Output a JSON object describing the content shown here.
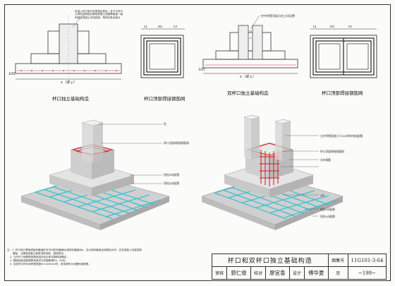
{
  "top_left": {
    "callout": "柱插入杯口部分的表面应凿毛，柱子与杯口之间的空隙用比基础混凝土强度等级高一级的细石混凝土先填底部，再填充其余部分",
    "dims": {
      "xx": "x（或 y）",
      "t1": "t1",
      "xu": "xu",
      "t3": "t3",
      "x100": "100"
    },
    "caption_left": "杯口独立基础构造",
    "caption_right": "杯口顶部焊接钢筋网"
  },
  "top_right": {
    "callout": "空中杯壁顶面与柱之间设置",
    "dims": {
      "xx": "x（或 y）",
      "t1": "t1",
      "x5": "x5",
      "t5": "t5",
      "x100": "100"
    },
    "caption_left": "双杯口独立基础构造",
    "caption_right": "杯口顶部焊接钢筋网"
  },
  "iso_left_labels": [
    "柱",
    "杯口顶部焊接钢筋网",
    "短柱x向配筋",
    "短柱y向配筋"
  ],
  "iso_right_labels": [
    "当中杯壁厚度小于400时的构造配筋",
    "杯口顶部焊接钢筋网",
    "分布钢筋",
    "x向",
    "短柱x向配筋",
    "短柱y向配筋"
  ],
  "notes": [
    "注：1. 杯口独立基础底板的截面形状可为阶形截面BJj或坡形截面BJp，当为坡形截面且坡度较大时，应在坡面上安装顶部",
    "模板，以确保混凝土能够浇筑成型、振捣密实。",
    "2. 几何尺寸和配筋按具体结构设计和本图构造确定。",
    "3. 基础底板底部钢筋构造详见本图集第63、64页。",
    "4. 当双杯口的中间杯壁宽度t5<400mm时，按本图所示设置构造配筋。"
  ],
  "title_block": {
    "title": "杯口和双杯口独立基础构造",
    "atlas_label": "图集号",
    "atlas_no": "11G101-3-64",
    "review_label": "审核",
    "reviewer": "郭仁俊",
    "check_label": "校对",
    "checker": "廖宜香",
    "design_label": "设计",
    "designer": "傅华夏",
    "page_label": "页",
    "page_no": "~199~"
  },
  "colors": {
    "rebar_red": "#d9343a",
    "rebar_cyan": "#39c0d0",
    "concrete": "#d8d8d8"
  }
}
